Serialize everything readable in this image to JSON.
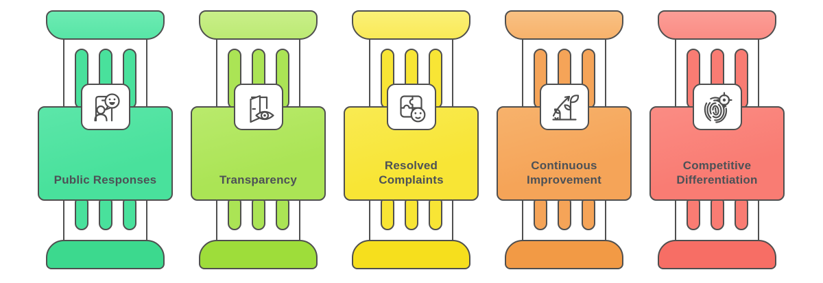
{
  "figure": {
    "title": "Benefits pillars infographic",
    "background": "#ffffff",
    "border_color": "#4f4f4f",
    "text_color": "#4d5156"
  },
  "pillars": [
    {
      "label": "Public Responses",
      "icon": "person-chat-icon",
      "colors": {
        "capLight": "#6debb3",
        "cap": "#58e5a6",
        "bodyLight": "#5ce6a9",
        "body": "#49e19c",
        "bar": "#49e19c",
        "base": "#3cd98e"
      }
    },
    {
      "label": "Transparency",
      "icon": "door-eye-icon",
      "colors": {
        "capLight": "#c9ef89",
        "cap": "#bcea74",
        "bodyLight": "#b9ea6c",
        "body": "#abe455",
        "bar": "#abe455",
        "base": "#9edd3a"
      }
    },
    {
      "label": "Resolved\nComplaints",
      "icon": "puzzle-smiley-icon",
      "colors": {
        "capLight": "#fbf077",
        "cap": "#f9ea58",
        "bodyLight": "#f9ea52",
        "body": "#f8e535",
        "bar": "#f8e535",
        "base": "#f6df1d"
      }
    },
    {
      "label": "Continuous\nImprovement",
      "icon": "growth-plant-icon",
      "colors": {
        "capLight": "#f9c183",
        "cap": "#f7b26c",
        "bodyLight": "#f7b26c",
        "body": "#f5a458",
        "bar": "#f5a458",
        "base": "#f29a45"
      }
    },
    {
      "label": "Competitive\nDifferentiation",
      "icon": "fingerprint-target-icon",
      "colors": {
        "capLight": "#fc9d96",
        "cap": "#fa8d85",
        "bodyLight": "#fa8c84",
        "body": "#f97c73",
        "bar": "#f97c73",
        "base": "#f76e65"
      }
    }
  ]
}
